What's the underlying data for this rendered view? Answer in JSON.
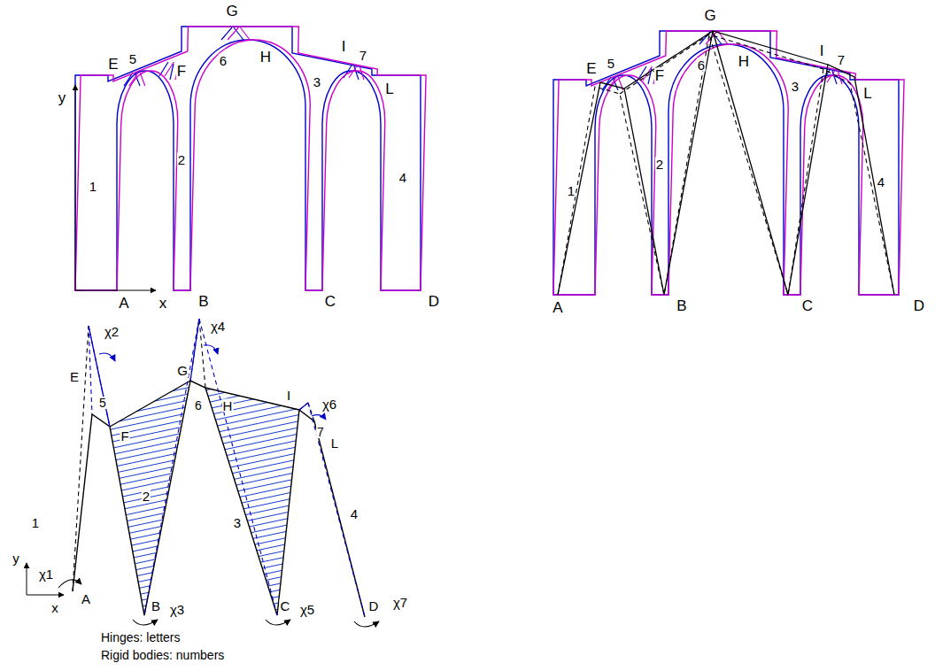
{
  "diagram": {
    "labels": [
      "G",
      "E",
      "5",
      "F",
      "6",
      "H",
      "I",
      "7",
      "L",
      "3",
      "2",
      "1",
      "4",
      "y",
      "A",
      "x",
      "B",
      "C",
      "D",
      "G",
      "E",
      "5",
      "F",
      "6",
      "H",
      "I",
      "7",
      "L",
      "3",
      "2",
      "1",
      "4",
      "A",
      "B",
      "C",
      "D",
      "χ2",
      "χ4",
      "E",
      "5",
      "F",
      "G",
      "6",
      "H",
      "I",
      "χ6",
      "7",
      "L",
      "1",
      "2",
      "3",
      "4",
      "y",
      "x",
      "χ1",
      "A",
      "B",
      "χ3",
      "C",
      "χ5",
      "D",
      "χ7",
      "Hinges: letters",
      "Rigid bodies: numbers"
    ]
  }
}
